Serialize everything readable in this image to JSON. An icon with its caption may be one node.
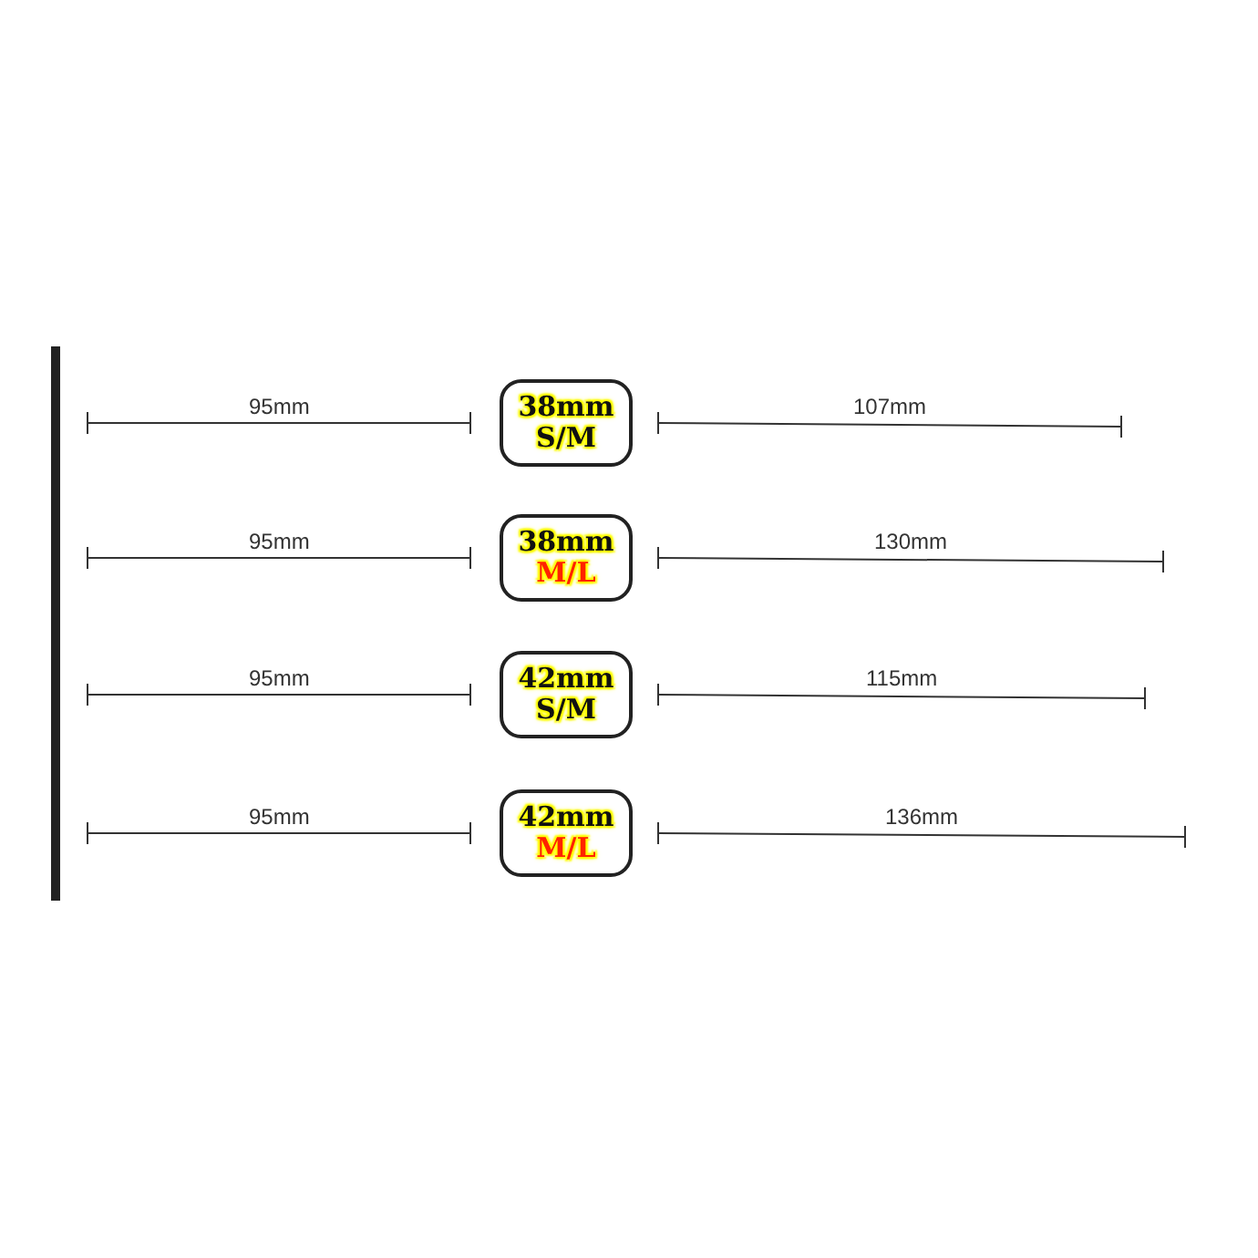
{
  "diagram": {
    "nodes": [
      {
        "text": [
          "38mm",
          "S/M"
        ]
      },
      {
        "text": [
          "38mm",
          "M/L"
        ]
      },
      {
        "text": [
          "42mm",
          "S/M"
        ]
      },
      {
        "text": [
          "42mm",
          "M/L"
        ]
      }
    ],
    "edges": [],
    "labels": [
      "95mm",
      "107mm",
      "95mm",
      "130mm",
      "95mm",
      "115mm",
      "95mm",
      "136mm"
    ]
  }
}
